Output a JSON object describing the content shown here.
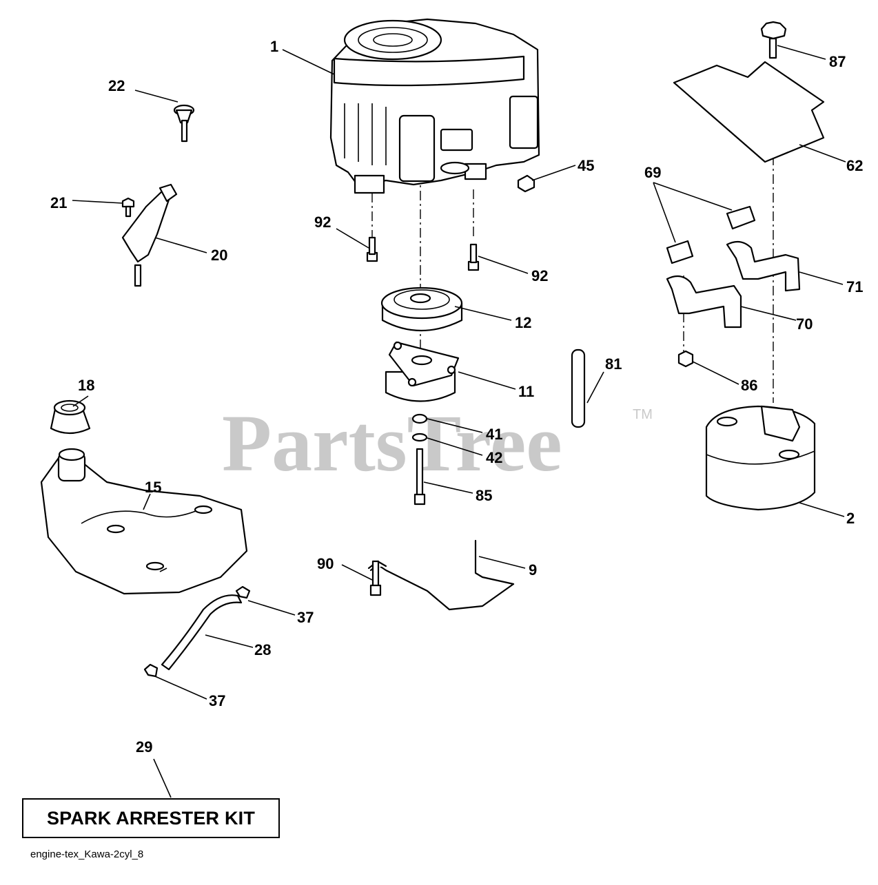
{
  "watermark": {
    "text": "PartsTree",
    "tm": "TM"
  },
  "callouts": [
    {
      "id": "c1",
      "label": "1"
    },
    {
      "id": "c22",
      "label": "22"
    },
    {
      "id": "c87",
      "label": "87"
    },
    {
      "id": "c45",
      "label": "45"
    },
    {
      "id": "c62",
      "label": "62"
    },
    {
      "id": "c69",
      "label": "69"
    },
    {
      "id": "c21",
      "label": "21"
    },
    {
      "id": "c92a",
      "label": "92"
    },
    {
      "id": "c20",
      "label": "20"
    },
    {
      "id": "c92b",
      "label": "92"
    },
    {
      "id": "c71",
      "label": "71"
    },
    {
      "id": "c12",
      "label": "12"
    },
    {
      "id": "c70",
      "label": "70"
    },
    {
      "id": "c81",
      "label": "81"
    },
    {
      "id": "c18",
      "label": "18"
    },
    {
      "id": "c11",
      "label": "11"
    },
    {
      "id": "c86",
      "label": "86"
    },
    {
      "id": "c41",
      "label": "41"
    },
    {
      "id": "c42",
      "label": "42"
    },
    {
      "id": "c15",
      "label": "15"
    },
    {
      "id": "c85",
      "label": "85"
    },
    {
      "id": "c2",
      "label": "2"
    },
    {
      "id": "c90",
      "label": "90"
    },
    {
      "id": "c9",
      "label": "9"
    },
    {
      "id": "c37a",
      "label": "37"
    },
    {
      "id": "c28",
      "label": "28"
    },
    {
      "id": "c37b",
      "label": "37"
    },
    {
      "id": "c29",
      "label": "29"
    }
  ],
  "kit_label": "SPARK ARRESTER KIT",
  "footer_label": "engine-tex_Kawa-2cyl_8"
}
